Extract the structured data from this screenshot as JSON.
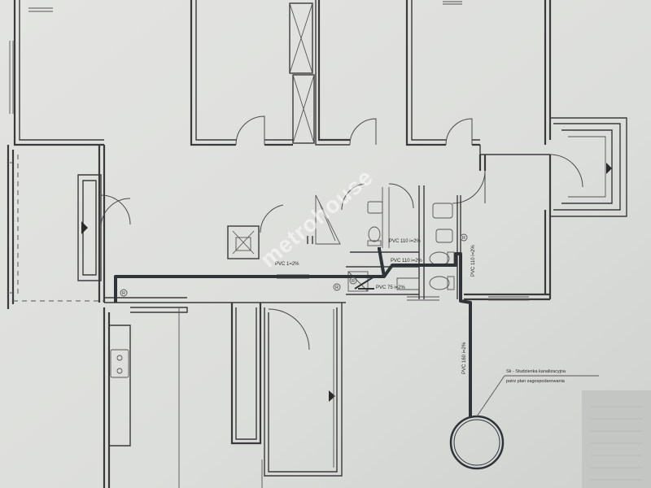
{
  "drawing": {
    "watermark": "metrohouse",
    "pipe_labels": {
      "pvc_110_a": "PVC 110 i=2%",
      "pvc_110_b": "PVC 110 i=2%",
      "pvc_110_c": "PVC 110 i=2%",
      "pvc_75": "PVC 75 i=2%",
      "pvc_160": "PVC 160 i=2%",
      "pvc_corridor": "PVC 1=2%"
    },
    "manhole_note": {
      "line1": "Sk - Studzienka kanalizacyjna",
      "line2": "patrz plan zagospodarowania"
    },
    "risers": [
      "R",
      "R",
      "R",
      "R"
    ]
  }
}
